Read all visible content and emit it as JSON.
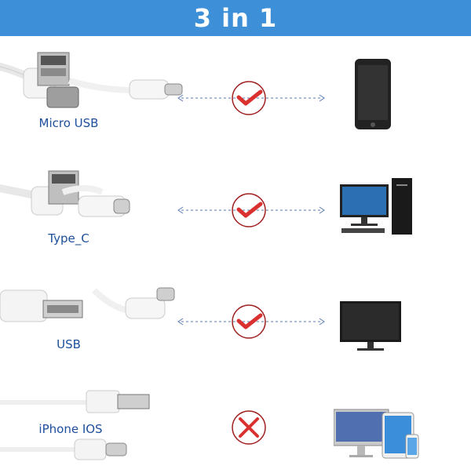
{
  "header": {
    "title": "3 in 1"
  },
  "colors": {
    "banner": "#3d8fd8",
    "label": "#1d4f9c",
    "check": "#d93030",
    "circle": "#a01f1f"
  },
  "rows": [
    {
      "label": "Micro USB",
      "status": "compatible",
      "device_icon": "smartphone-icon"
    },
    {
      "label": "Type_C",
      "status": "compatible",
      "device_icon": "desktop-computer-icon"
    },
    {
      "label": "USB",
      "status": "compatible",
      "device_icon": "monitor-icon"
    },
    {
      "label": "iPhone IOS",
      "status": "not-compatible",
      "device_icon": "apple-devices-icon"
    }
  ]
}
